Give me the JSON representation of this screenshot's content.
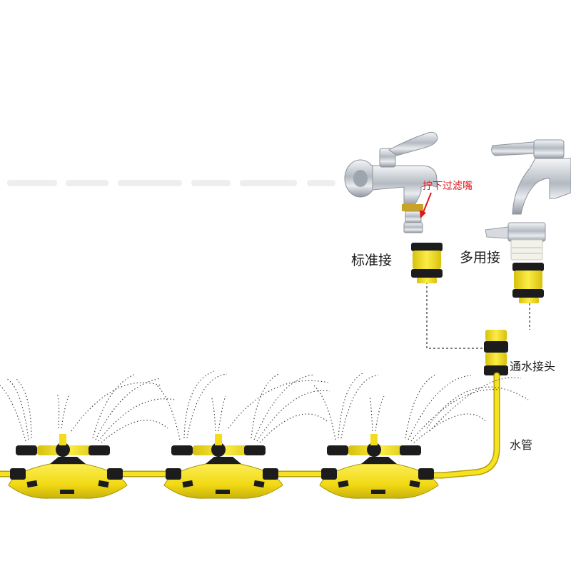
{
  "labels": {
    "remove_filter": "拧下过滤嘴",
    "standard_connector": "标准接",
    "multi_connector": "多用接",
    "water_connector": "通水接头",
    "water_pipe": "水管"
  },
  "colors": {
    "yellow": "#f3dc1b",
    "yellow_dark": "#c9b20a",
    "black_part": "#1c1c1c",
    "chrome": "#b9bfc7",
    "annotation_red": "#e0161f",
    "dashed_line": "#555555",
    "spray": "#3a3a3a"
  },
  "icons": {
    "faucets": [
      "standard-faucet-icon",
      "wide-faucet-icon"
    ],
    "adapters": [
      "quick-connector-icon",
      "multi-adapter-icon"
    ],
    "sprinklers": [
      "sprinkler-icon",
      "sprinkler-icon",
      "sprinkler-icon"
    ]
  }
}
